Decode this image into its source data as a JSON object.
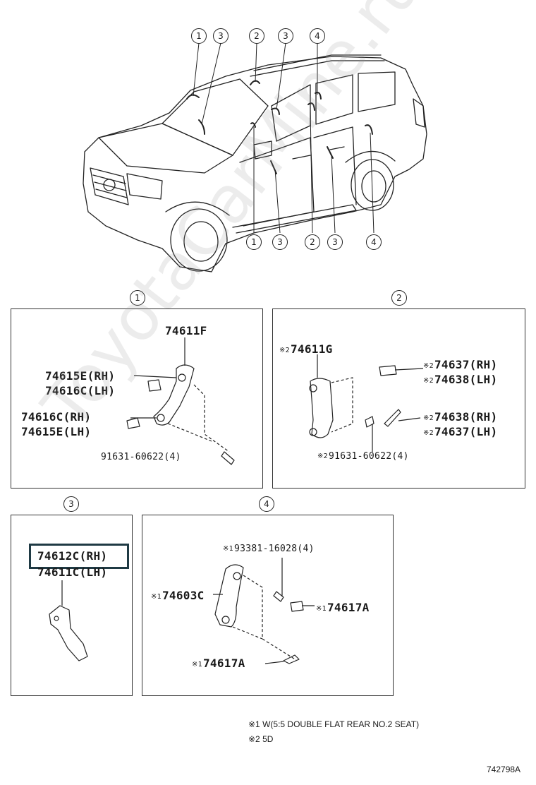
{
  "watermark": "ToyotaCarMine.ru",
  "diagram_code": "742798A",
  "overview": {
    "top_callouts": [
      "1",
      "3",
      "2",
      "3",
      "4"
    ],
    "bottom_callouts": [
      "1",
      "3",
      "2",
      "3",
      "4"
    ]
  },
  "panel1": {
    "number": "1",
    "p1": "74611F",
    "p2": "74615E(RH)",
    "p3": "74616C(LH)",
    "p4": "74616C(RH)",
    "p5": "74615E(LH)",
    "p6": "91631-60622(4)"
  },
  "panel2": {
    "number": "2",
    "mark": "※2",
    "p1": "74611G",
    "p2": "74637(RH)",
    "p3": "74638(LH)",
    "p4": "74638(RH)",
    "p5": "74637(LH)",
    "p6": "91631-60622(4)"
  },
  "panel3": {
    "number": "3",
    "p1": "74612C(RH)",
    "p2": "74611C(LH)"
  },
  "panel4": {
    "number": "4",
    "mark": "※1",
    "p1": "93381-16028(4)",
    "p2": "74603C",
    "p3": "74617A",
    "p4": "74617A"
  },
  "notes": {
    "n1_mark": "※1",
    "n1_text": "W(5:5 DOUBLE FLAT REAR NO.2 SEAT)",
    "n2_mark": "※2",
    "n2_text": "5D"
  }
}
